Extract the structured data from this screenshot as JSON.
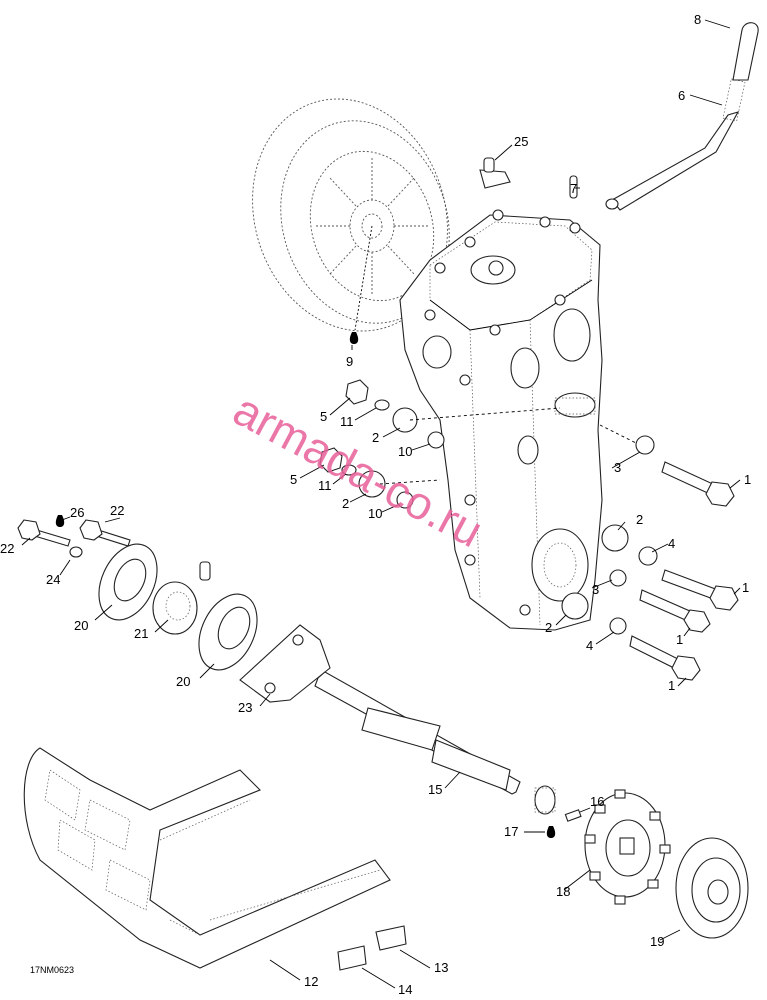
{
  "diagram": {
    "code": "17NM0623",
    "watermark": "armada-co.ru",
    "callouts": [
      {
        "id": "c1a",
        "text": "1"
      },
      {
        "id": "c1b",
        "text": "1"
      },
      {
        "id": "c1c",
        "text": "1"
      },
      {
        "id": "c1d",
        "text": "1"
      },
      {
        "id": "c2a",
        "text": "2"
      },
      {
        "id": "c2b",
        "text": "2"
      },
      {
        "id": "c2c",
        "text": "2"
      },
      {
        "id": "c2d",
        "text": "2"
      },
      {
        "id": "c3a",
        "text": "3"
      },
      {
        "id": "c3b",
        "text": "3"
      },
      {
        "id": "c4a",
        "text": "4"
      },
      {
        "id": "c4b",
        "text": "4"
      },
      {
        "id": "c5a",
        "text": "5"
      },
      {
        "id": "c5b",
        "text": "5"
      },
      {
        "id": "c6",
        "text": "6"
      },
      {
        "id": "c7",
        "text": "7"
      },
      {
        "id": "c8",
        "text": "8"
      },
      {
        "id": "c9",
        "text": "9"
      },
      {
        "id": "c10a",
        "text": "10"
      },
      {
        "id": "c10b",
        "text": "10"
      },
      {
        "id": "c11a",
        "text": "11"
      },
      {
        "id": "c11b",
        "text": "11"
      },
      {
        "id": "c12",
        "text": "12"
      },
      {
        "id": "c13",
        "text": "13"
      },
      {
        "id": "c14",
        "text": "14"
      },
      {
        "id": "c15",
        "text": "15"
      },
      {
        "id": "c16",
        "text": "16"
      },
      {
        "id": "c17",
        "text": "17"
      },
      {
        "id": "c18",
        "text": "18"
      },
      {
        "id": "c19",
        "text": "19"
      },
      {
        "id": "c20a",
        "text": "20"
      },
      {
        "id": "c20b",
        "text": "20"
      },
      {
        "id": "c21",
        "text": "21"
      },
      {
        "id": "c22a",
        "text": "22"
      },
      {
        "id": "c22b",
        "text": "22"
      },
      {
        "id": "c23",
        "text": "23"
      },
      {
        "id": "c24",
        "text": "24"
      },
      {
        "id": "c25",
        "text": "25"
      },
      {
        "id": "c26",
        "text": "26"
      }
    ]
  }
}
